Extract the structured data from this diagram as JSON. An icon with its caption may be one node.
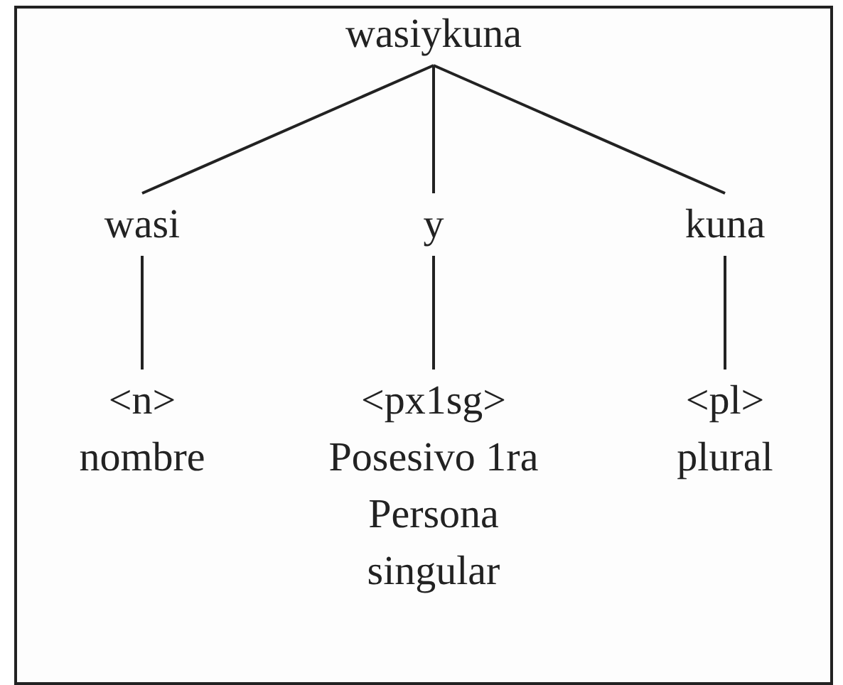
{
  "diagram": {
    "nodes": [
      {
        "text": [
          "wasiykuna"
        ]
      },
      {
        "text": [
          "wasi"
        ]
      },
      {
        "text": [
          "y"
        ]
      },
      {
        "text": [
          "kuna"
        ]
      },
      {
        "text": [
          "<n>",
          "nombre"
        ]
      },
      {
        "text": [
          "<px1sg>",
          "Posesivo 1ra Persona singular"
        ]
      },
      {
        "text": [
          "<pl>",
          "plural"
        ]
      }
    ],
    "edges": [
      {
        "from": 0,
        "to": 1,
        "arrow": "none"
      },
      {
        "from": 0,
        "to": 2,
        "arrow": "none"
      },
      {
        "from": 0,
        "to": 3,
        "arrow": "none"
      },
      {
        "from": 1,
        "to": 4,
        "arrow": "none"
      },
      {
        "from": 2,
        "to": 5,
        "arrow": "none"
      },
      {
        "from": 3,
        "to": 6,
        "arrow": "none"
      }
    ]
  }
}
